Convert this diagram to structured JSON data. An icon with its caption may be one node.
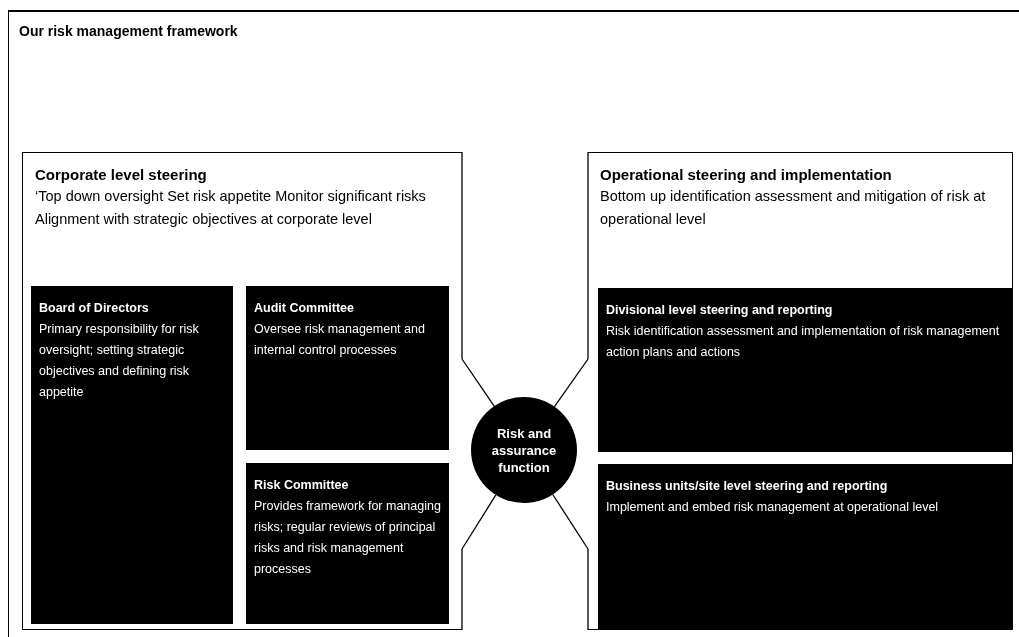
{
  "diagram": {
    "title": "Our risk management framework",
    "nodes": [
      {
        "text": [
          "Corporate level steering",
          "‘Top down oversight Set risk appetite Monitor significant risks Alignment with strategic objectives at corporate level"
        ]
      },
      {
        "text": [
          "Board of Directors",
          "Primary responsibility for risk oversight; setting strategic objectives and defining risk appetite"
        ],
        "in": 0
      },
      {
        "text": [
          "Audit Committee",
          "Oversee risk management and internal control processes"
        ],
        "in": 0
      },
      {
        "text": [
          "Risk Committee",
          "Provides framework for managing risks; regular reviews of principal risks and risk management processes"
        ],
        "in": 0
      },
      {
        "text": [
          "Operational steering and implementation",
          "Bottom up identification assessment and mitigation of risk at operational level"
        ]
      },
      {
        "text": [
          "Divisional level steering and reporting",
          "Risk identification assessment and implementation of risk management action plans and actions"
        ],
        "in": 4
      },
      {
        "text": [
          "Business units/site level steering and reporting",
          "Implement and embed risk management at operational level"
        ],
        "in": 4
      },
      {
        "text": [
          "Risk and assurance function"
        ]
      }
    ],
    "edges": [
      {
        "from": 7,
        "to": 0,
        "arrow": "none"
      },
      {
        "from": 7,
        "to": 0,
        "arrow": "none"
      },
      {
        "from": 7,
        "to": 4,
        "arrow": "none"
      },
      {
        "from": 7,
        "to": 4,
        "arrow": "none"
      }
    ]
  }
}
